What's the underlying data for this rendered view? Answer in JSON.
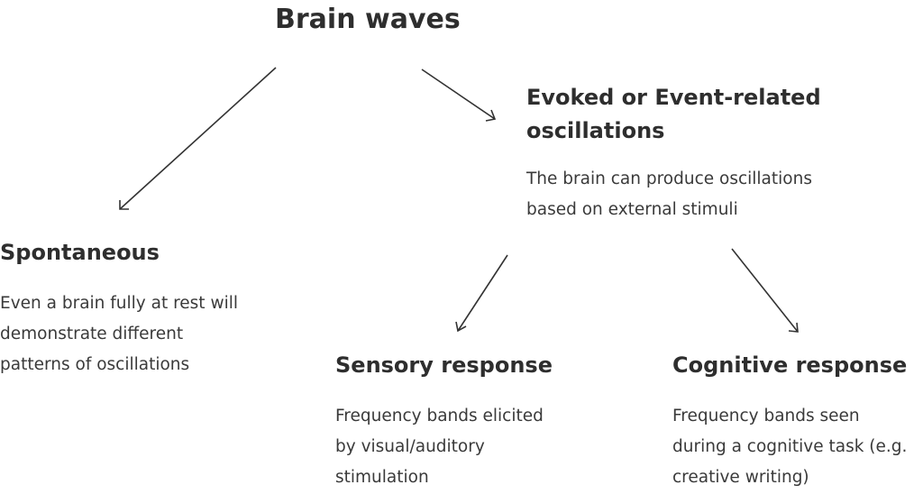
{
  "title": "Brain waves",
  "nodes": {
    "evoked": {
      "heading_line1": "Evoked or Event-related",
      "heading_line2": "oscillations",
      "text_line1": "The brain can produce oscillations",
      "text_line2": "based on external stimuli"
    },
    "spontaneous": {
      "heading": "Spontaneous",
      "text_line1": "Even a brain fully at rest will",
      "text_line2": "demonstrate different",
      "text_line3": "patterns of oscillations"
    },
    "sensory": {
      "heading": "Sensory response",
      "text_line1": "Frequency bands elicited",
      "text_line2": "by visual/auditory",
      "text_line3": "stimulation"
    },
    "cognitive": {
      "heading": "Cognitive response",
      "text_line1": "Frequency bands seen",
      "text_line2": "during a cognitive task (e.g.",
      "text_line3": "creative writing)"
    }
  },
  "colors": {
    "text": "#3a3a3a",
    "heading": "#2e2e2e",
    "arrow": "#333333"
  }
}
